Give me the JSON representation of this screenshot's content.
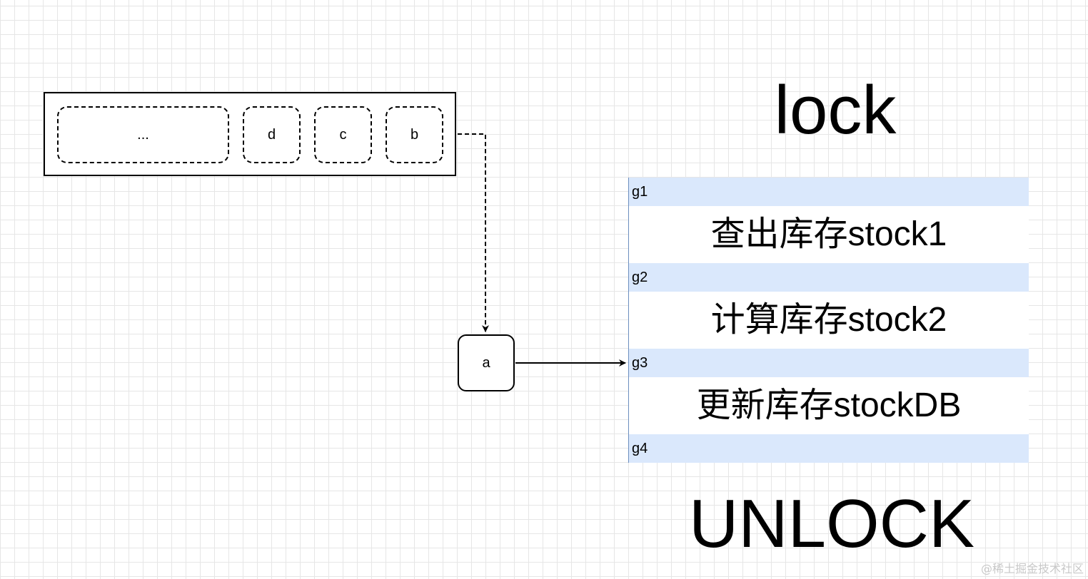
{
  "queue": {
    "items": [
      "...",
      "d",
      "c",
      "b"
    ]
  },
  "node_a": "a",
  "lock_label": "lock",
  "unlock_label": "UNLOCK",
  "panel": {
    "gaps": [
      "g1",
      "g2",
      "g3",
      "g4"
    ],
    "steps": [
      "查出库存stock1",
      "计算库存stock2",
      "更新库存stockDB"
    ]
  },
  "watermark": "@稀土掘金技术社区",
  "colors": {
    "gap_fill": "#dae8fc",
    "panel_border": "#6c8ebf",
    "grid": "#e6e6e6"
  }
}
